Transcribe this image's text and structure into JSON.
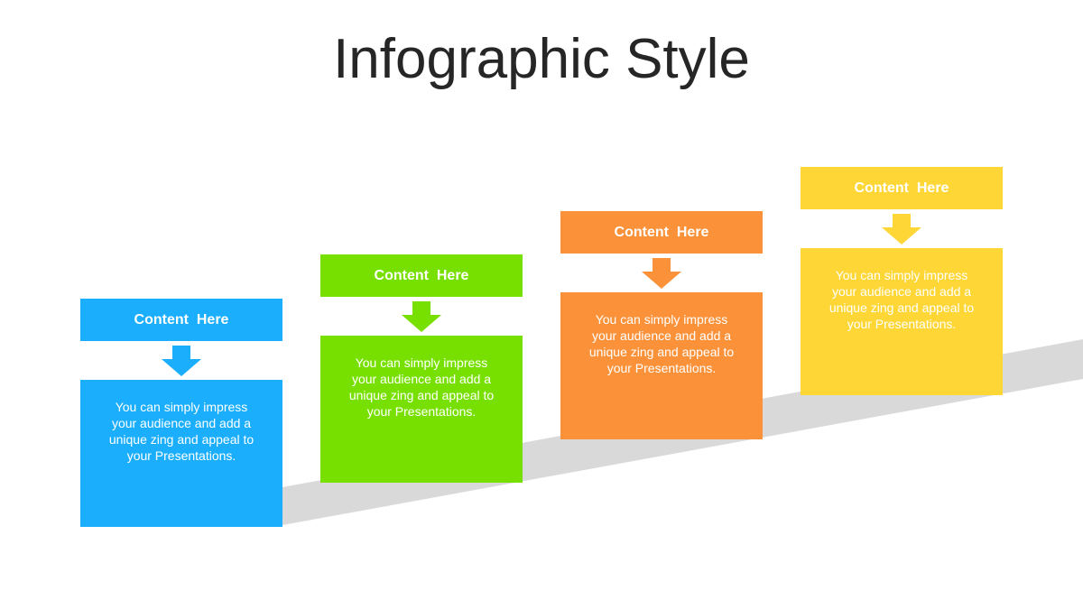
{
  "title": "Infographic Style",
  "colors": {
    "ramp": "#d9d9d9",
    "blue": "#1aaefc",
    "green": "#78e000",
    "orange": "#fb923a",
    "yellow": "#fed636"
  },
  "steps": [
    {
      "color": "#1aaefc",
      "header": "Content  Here",
      "arrow_icon": "arrow-down-icon",
      "body": "You can simply impress your audience and add a unique zing and appeal to your Presentations."
    },
    {
      "color": "#78e000",
      "header": "Content  Here",
      "arrow_icon": "arrow-down-icon",
      "body": "You can simply impress your audience and add a unique zing and appeal to your Presentations."
    },
    {
      "color": "#fb923a",
      "header": "Content  Here",
      "arrow_icon": "arrow-down-icon",
      "body": "You can simply impress your audience and add a unique zing and appeal to your Presentations."
    },
    {
      "color": "#fed636",
      "header": "Content  Here",
      "arrow_icon": "arrow-down-icon",
      "body": "You can simply impress your audience and add a unique zing and appeal to your Presentations."
    }
  ]
}
